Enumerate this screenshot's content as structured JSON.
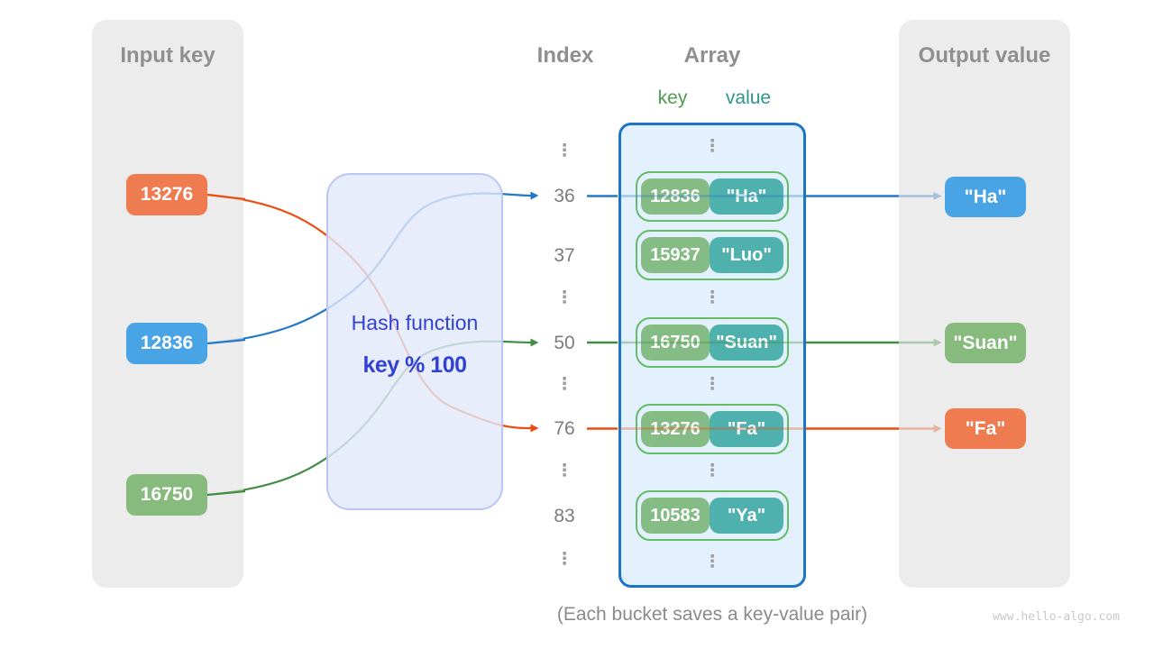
{
  "diagram_title": "Hash function mapping keys to array buckets",
  "input_panel": {
    "title": "Input key",
    "keys": [
      {
        "label": "13276",
        "color_name": "orange"
      },
      {
        "label": "12836",
        "color_name": "blue"
      },
      {
        "label": "16750",
        "color_name": "green"
      }
    ]
  },
  "hash_box": {
    "line1": "Hash function",
    "line2": "key % 100"
  },
  "index_column": {
    "title": "Index",
    "rows": [
      "36",
      "37",
      "50",
      "76",
      "83"
    ]
  },
  "array_panel": {
    "title": "Array",
    "key_label": "key",
    "value_label": "value",
    "buckets": [
      {
        "index": "36",
        "key": "12836",
        "value": "\"Ha\""
      },
      {
        "index": "37",
        "key": "15937",
        "value": "\"Luo\""
      },
      {
        "index": "50",
        "key": "16750",
        "value": "\"Suan\""
      },
      {
        "index": "76",
        "key": "13276",
        "value": "\"Fa\""
      },
      {
        "index": "83",
        "key": "10583",
        "value": "\"Ya\""
      }
    ]
  },
  "output_panel": {
    "title": "Output value",
    "values": [
      {
        "label": "\"Ha\"",
        "color_name": "blue"
      },
      {
        "label": "\"Suan\"",
        "color_name": "green"
      },
      {
        "label": "\"Fa\"",
        "color_name": "orange"
      }
    ]
  },
  "mappings": [
    {
      "input_key": "13276",
      "index": "76",
      "output_value": "\"Fa\"",
      "color_name": "orange"
    },
    {
      "input_key": "12836",
      "index": "36",
      "output_value": "\"Ha\"",
      "color_name": "blue"
    },
    {
      "input_key": "16750",
      "index": "50",
      "output_value": "\"Suan\"",
      "color_name": "green"
    }
  ],
  "caption": "(Each bucket saves a key-value pair)",
  "watermark": "www.hello-algo.com",
  "glyphs": {
    "ellipsis": "⋮"
  },
  "colors": {
    "orange": "#EF7B50",
    "blue": "#49A4E6",
    "green": "#87BB7D",
    "key-green": "#85BB85",
    "value-teal": "#4FB1AE",
    "ring-green": "#66BC66",
    "array-border": "#1C74C4",
    "line-blue": "#2478C8",
    "line-green": "#3F8C42",
    "line-orange": "#EC4E12",
    "hash-text": "#3142D3",
    "key-label": "#4F9C51",
    "value-label": "#2F968E",
    "title-gray": "#8F8F8F",
    "index-gray": "#7C7C7C",
    "caption-gray": "#8A8A8A",
    "watermark-gray": "#C9C9C9"
  }
}
